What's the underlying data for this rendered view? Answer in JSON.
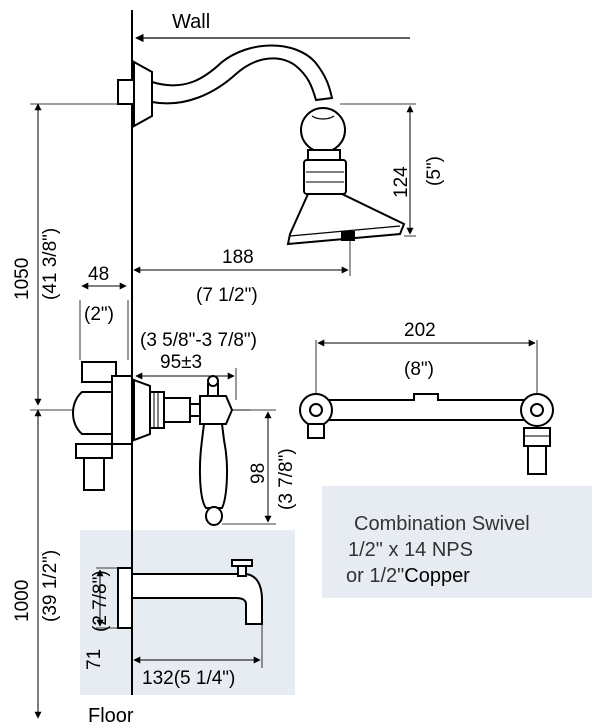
{
  "labels": {
    "wall": "Wall",
    "floor": "Floor",
    "total_height_mm": "1050",
    "total_height_in": "(41 3/8\")",
    "valve_height_mm": "1000",
    "valve_height_in": "(39 1/2\")",
    "arm_reach_mm": "188",
    "arm_reach_in": "(7 1/2\")",
    "head_drop_mm": "124",
    "head_drop_in": "(5\")",
    "wall_offset_mm": "48",
    "wall_offset_in": "(2\")",
    "valve_depth_range_in": "(3 5/8\"-3 7/8\")",
    "valve_depth_mm": "95±3",
    "handle_height_mm": "98",
    "handle_height_in": "(3 7/8\")",
    "swivel_width_mm": "202",
    "swivel_width_in": "(8\")",
    "spout_height_mm": "71",
    "spout_height_in": "(2 7/8\")",
    "spout_length": "132(5  1/4\")"
  },
  "callout": {
    "line1": "Combination Swivel",
    "line2": "1/2\" x 14 NPS",
    "line3_prefix": "or 1/2\"",
    "line3_emph": "Copper"
  },
  "colors": {
    "line": "#000000",
    "shade": "#e6ecf1",
    "callout_text": "#333333"
  }
}
